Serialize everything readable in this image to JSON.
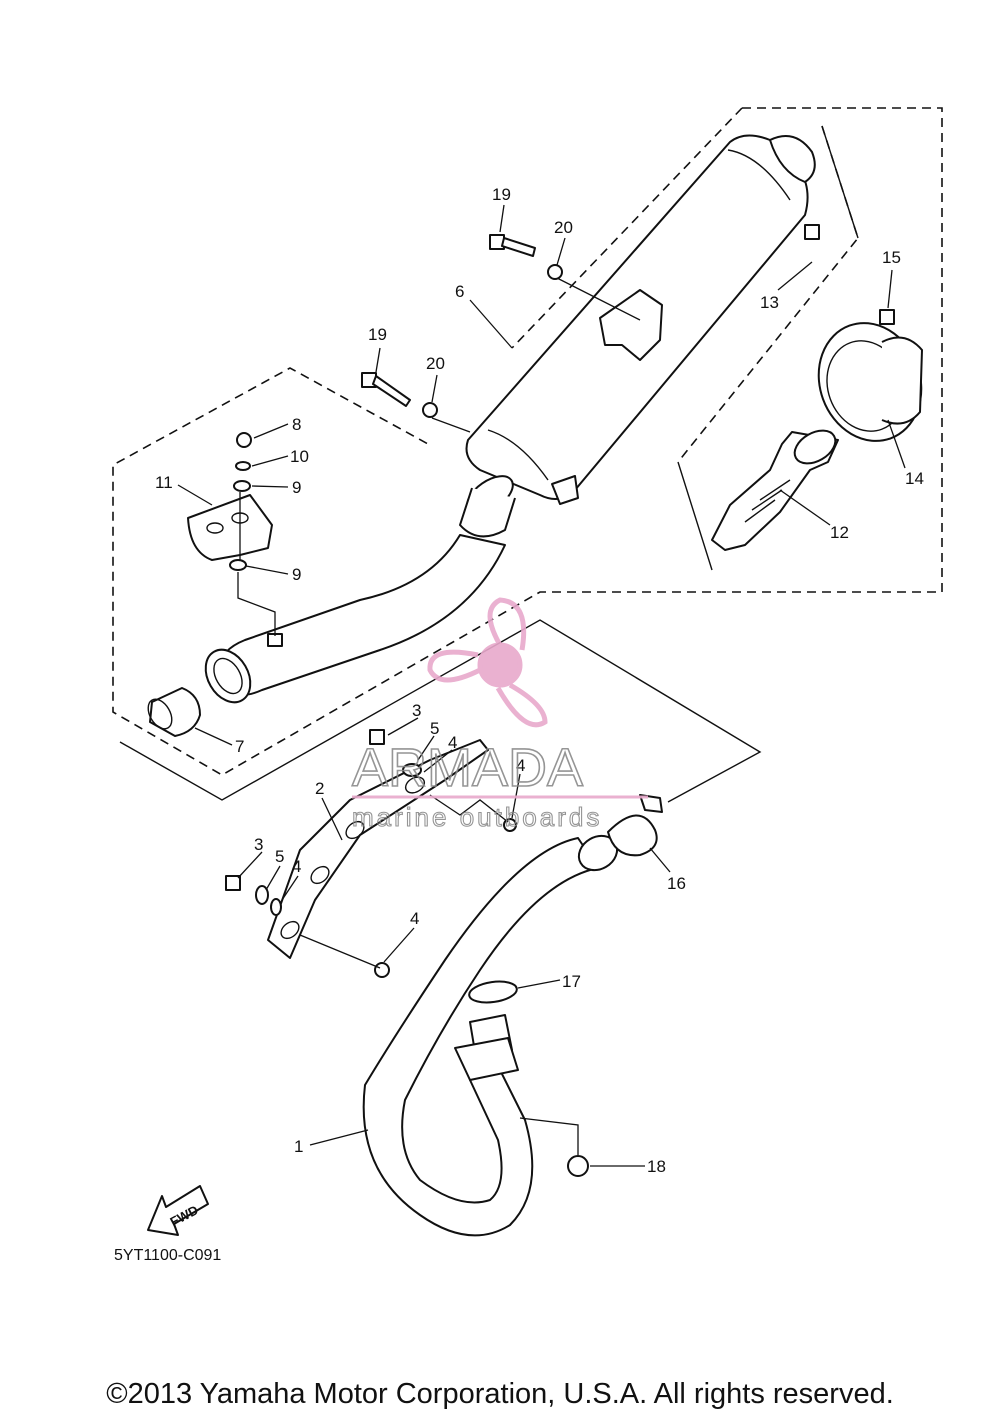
{
  "diagram": {
    "code": "5YT1100-C091",
    "copyright": "©2013 Yamaha Motor Corporation, U.S.A. All rights reserved.",
    "fwd_label": "FWD",
    "callouts": [
      "1",
      "2",
      "3",
      "3",
      "4",
      "4",
      "4",
      "4",
      "5",
      "5",
      "6",
      "7",
      "8",
      "9",
      "9",
      "10",
      "11",
      "12",
      "13",
      "14",
      "15",
      "16",
      "17",
      "18",
      "19",
      "19",
      "20",
      "20"
    ]
  },
  "watermark": {
    "brand": "ARMADA",
    "tagline": "marine outboards",
    "color": "#e8a9cc"
  }
}
